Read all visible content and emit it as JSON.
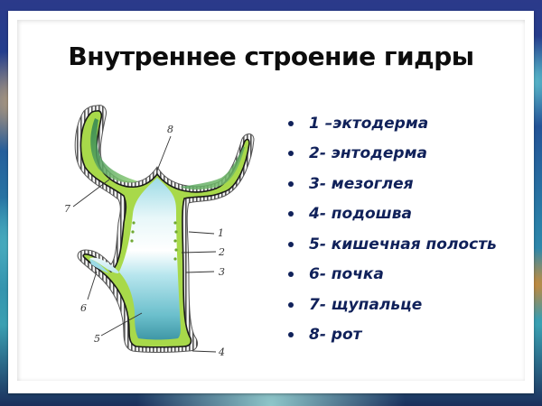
{
  "slide": {
    "title": "Внутреннее строение гидры"
  },
  "diagram": {
    "subject": "hydra cross-section",
    "labels": [
      "1",
      "2",
      "3",
      "4",
      "5",
      "6",
      "7",
      "8"
    ],
    "colors": {
      "ectoderm_outline": "#2a2a2a",
      "endoderm": "#a8d94a",
      "tentacle_core": "#2f8f5a",
      "cavity_light": "#d9f1f5",
      "cavity": "#8fd3e0",
      "cavity_dark": "#3d9aa8"
    }
  },
  "legend": {
    "items": [
      {
        "label": "1 –эктодерма"
      },
      {
        "label": "2- энтодерма"
      },
      {
        "label": "3- мезоглея"
      },
      {
        "label": "4- подошва"
      },
      {
        "label": "5- кишечная полость"
      },
      {
        "label": "6- почка"
      },
      {
        "label": "7- щупальце"
      },
      {
        "label": "8- рот"
      }
    ],
    "text_color": "#10215a"
  }
}
